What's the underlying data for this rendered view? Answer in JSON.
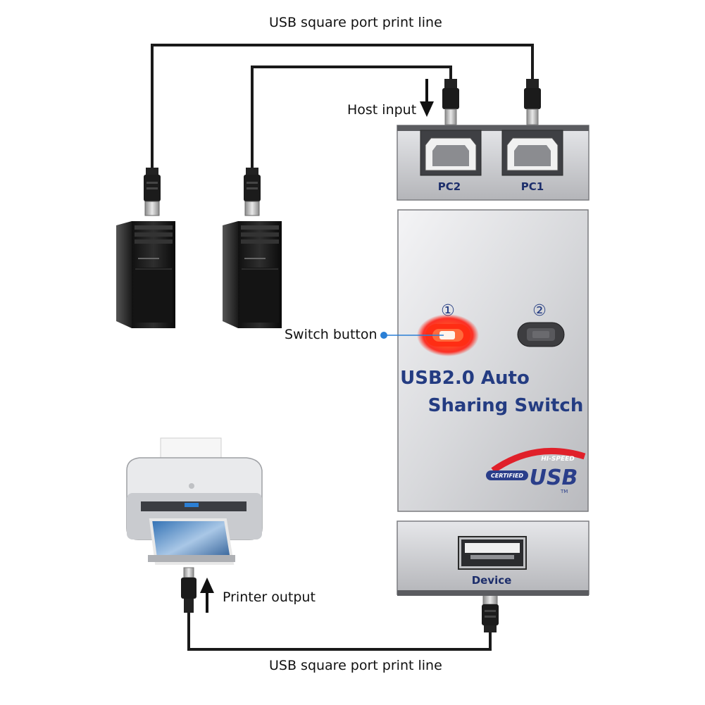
{
  "labels": {
    "top_cable": "USB square port print line",
    "bottom_cable": "USB square port print line",
    "host_input": "Host input",
    "switch_button": "Switch button",
    "printer_output": "Printer output"
  },
  "device": {
    "title_line1": "USB2.0 Auto",
    "title_line2": "Sharing Switch",
    "port_pc2": "PC2",
    "port_pc1": "PC1",
    "port_device": "Device",
    "indicator_1": "①",
    "indicator_2": "②",
    "logo_top": "HI-SPEED",
    "logo_main": "USB",
    "logo_left": "CERTIFIED",
    "logo_tm": "TM",
    "led_active": "1"
  },
  "colors": {
    "accent_blue": "#2a7fd6",
    "led_red": "#ff2a10",
    "text_blue": "#243c82",
    "logo_red": "#e0202a"
  },
  "icons": [
    "computer-tower-icon",
    "printer-icon",
    "usb-a-plug-icon",
    "usb-b-plug-icon",
    "arrow-down-icon",
    "arrow-up-icon"
  ]
}
